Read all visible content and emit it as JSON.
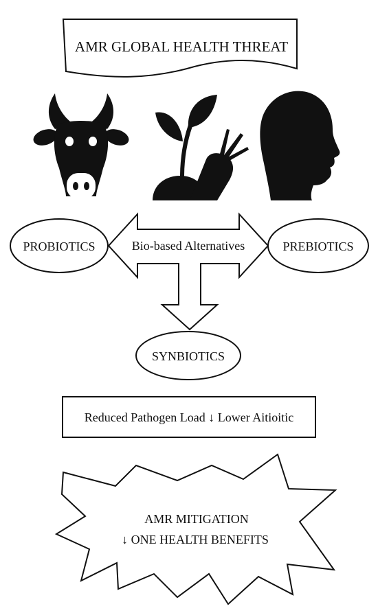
{
  "banner": {
    "title": "AMR GLOBAL HEALTH THREAT"
  },
  "icons": [
    "cow-icon",
    "plant-carrot-icon",
    "human-head-icon"
  ],
  "alternatives": {
    "left": "PROBIOTICS",
    "center": "Bio-based Alternatives",
    "right": "PREBIOTICS",
    "bottom": "SYNBIOTICS"
  },
  "outcome": {
    "text": "Reduced Pathogen Load ↓ Lower Aitioitic"
  },
  "result": {
    "line1": "AMR MITIGATION",
    "line2": "↓ ONE HEALTH BENEFITS"
  },
  "colors": {
    "ink": "#111111",
    "background": "#ffffff"
  }
}
